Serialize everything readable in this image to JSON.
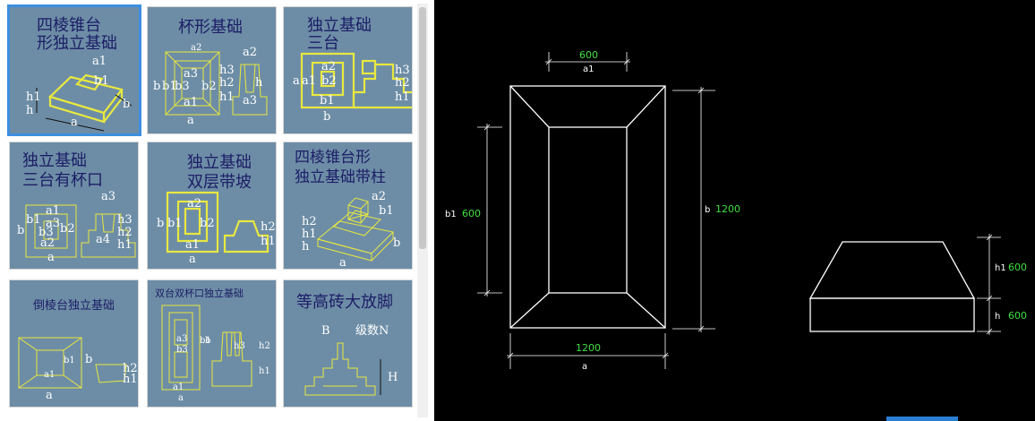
{
  "tiles": [
    {
      "title_lines": [
        "四棱锥台",
        "形独立基础"
      ],
      "labels": [
        "a1",
        "b1",
        "h1",
        "h",
        "a",
        "b"
      ]
    },
    {
      "title_lines": [
        "杯形基础"
      ],
      "labels": [
        "a2",
        "a3",
        "b3",
        "b2",
        "b",
        "b1",
        "h3",
        "h2",
        "h1",
        "h",
        "a1",
        "a",
        "a3"
      ]
    },
    {
      "title_lines": [
        "独立基础",
        "三台"
      ],
      "labels": [
        "a2",
        "b2",
        "a1",
        "a",
        "b1",
        "b",
        "h3",
        "h2",
        "h1"
      ]
    },
    {
      "title_lines": [
        "独立基础",
        "三台有杯口"
      ],
      "labels": [
        "a3",
        "a1",
        "b1",
        "a3",
        "b3",
        "b2",
        "a2",
        "b",
        "a",
        "h3",
        "h2",
        "h1",
        "a4"
      ]
    },
    {
      "title_lines": [
        "独立基础",
        "双层带坡"
      ],
      "labels": [
        "a2",
        "b1",
        "b2",
        "a1",
        "b",
        "a",
        "h2",
        "h1"
      ]
    },
    {
      "title_lines": [
        "四棱锥台形",
        "独立基础带柱"
      ],
      "labels": [
        "a2",
        "b1",
        "h2",
        "h1",
        "h",
        "b",
        "a"
      ]
    },
    {
      "title_lines": [
        "倒棱台独立基础"
      ],
      "labels": [
        "b1",
        "a1",
        "a",
        "b",
        "h2",
        "h1"
      ]
    },
    {
      "title_lines": [
        "双台双杯口独立基础"
      ],
      "labels": [
        "a3",
        "b3",
        "a1",
        "a",
        "b1",
        "b",
        "h3",
        "h2",
        "h1"
      ]
    },
    {
      "title_lines": [
        "等高砖大放脚"
      ],
      "labels": [
        "B",
        "级数N",
        "H"
      ]
    }
  ],
  "cad": {
    "a1_value": "600",
    "a1_name": "a1",
    "b1_name": "b1",
    "b1_value": "600",
    "b_name": "b",
    "b_value": "1200",
    "a_value": "1200",
    "a_name": "a",
    "h1_name": "h1",
    "h1_value": "600",
    "h_name": "h",
    "h_value": "600"
  },
  "colors": {
    "tile_bg": "#6d8da6",
    "drawing": "#e8e840",
    "title": "#1c1d66",
    "selected": "#3b8fe0",
    "cad_bg": "#000000",
    "cad_value": "#40e040"
  }
}
